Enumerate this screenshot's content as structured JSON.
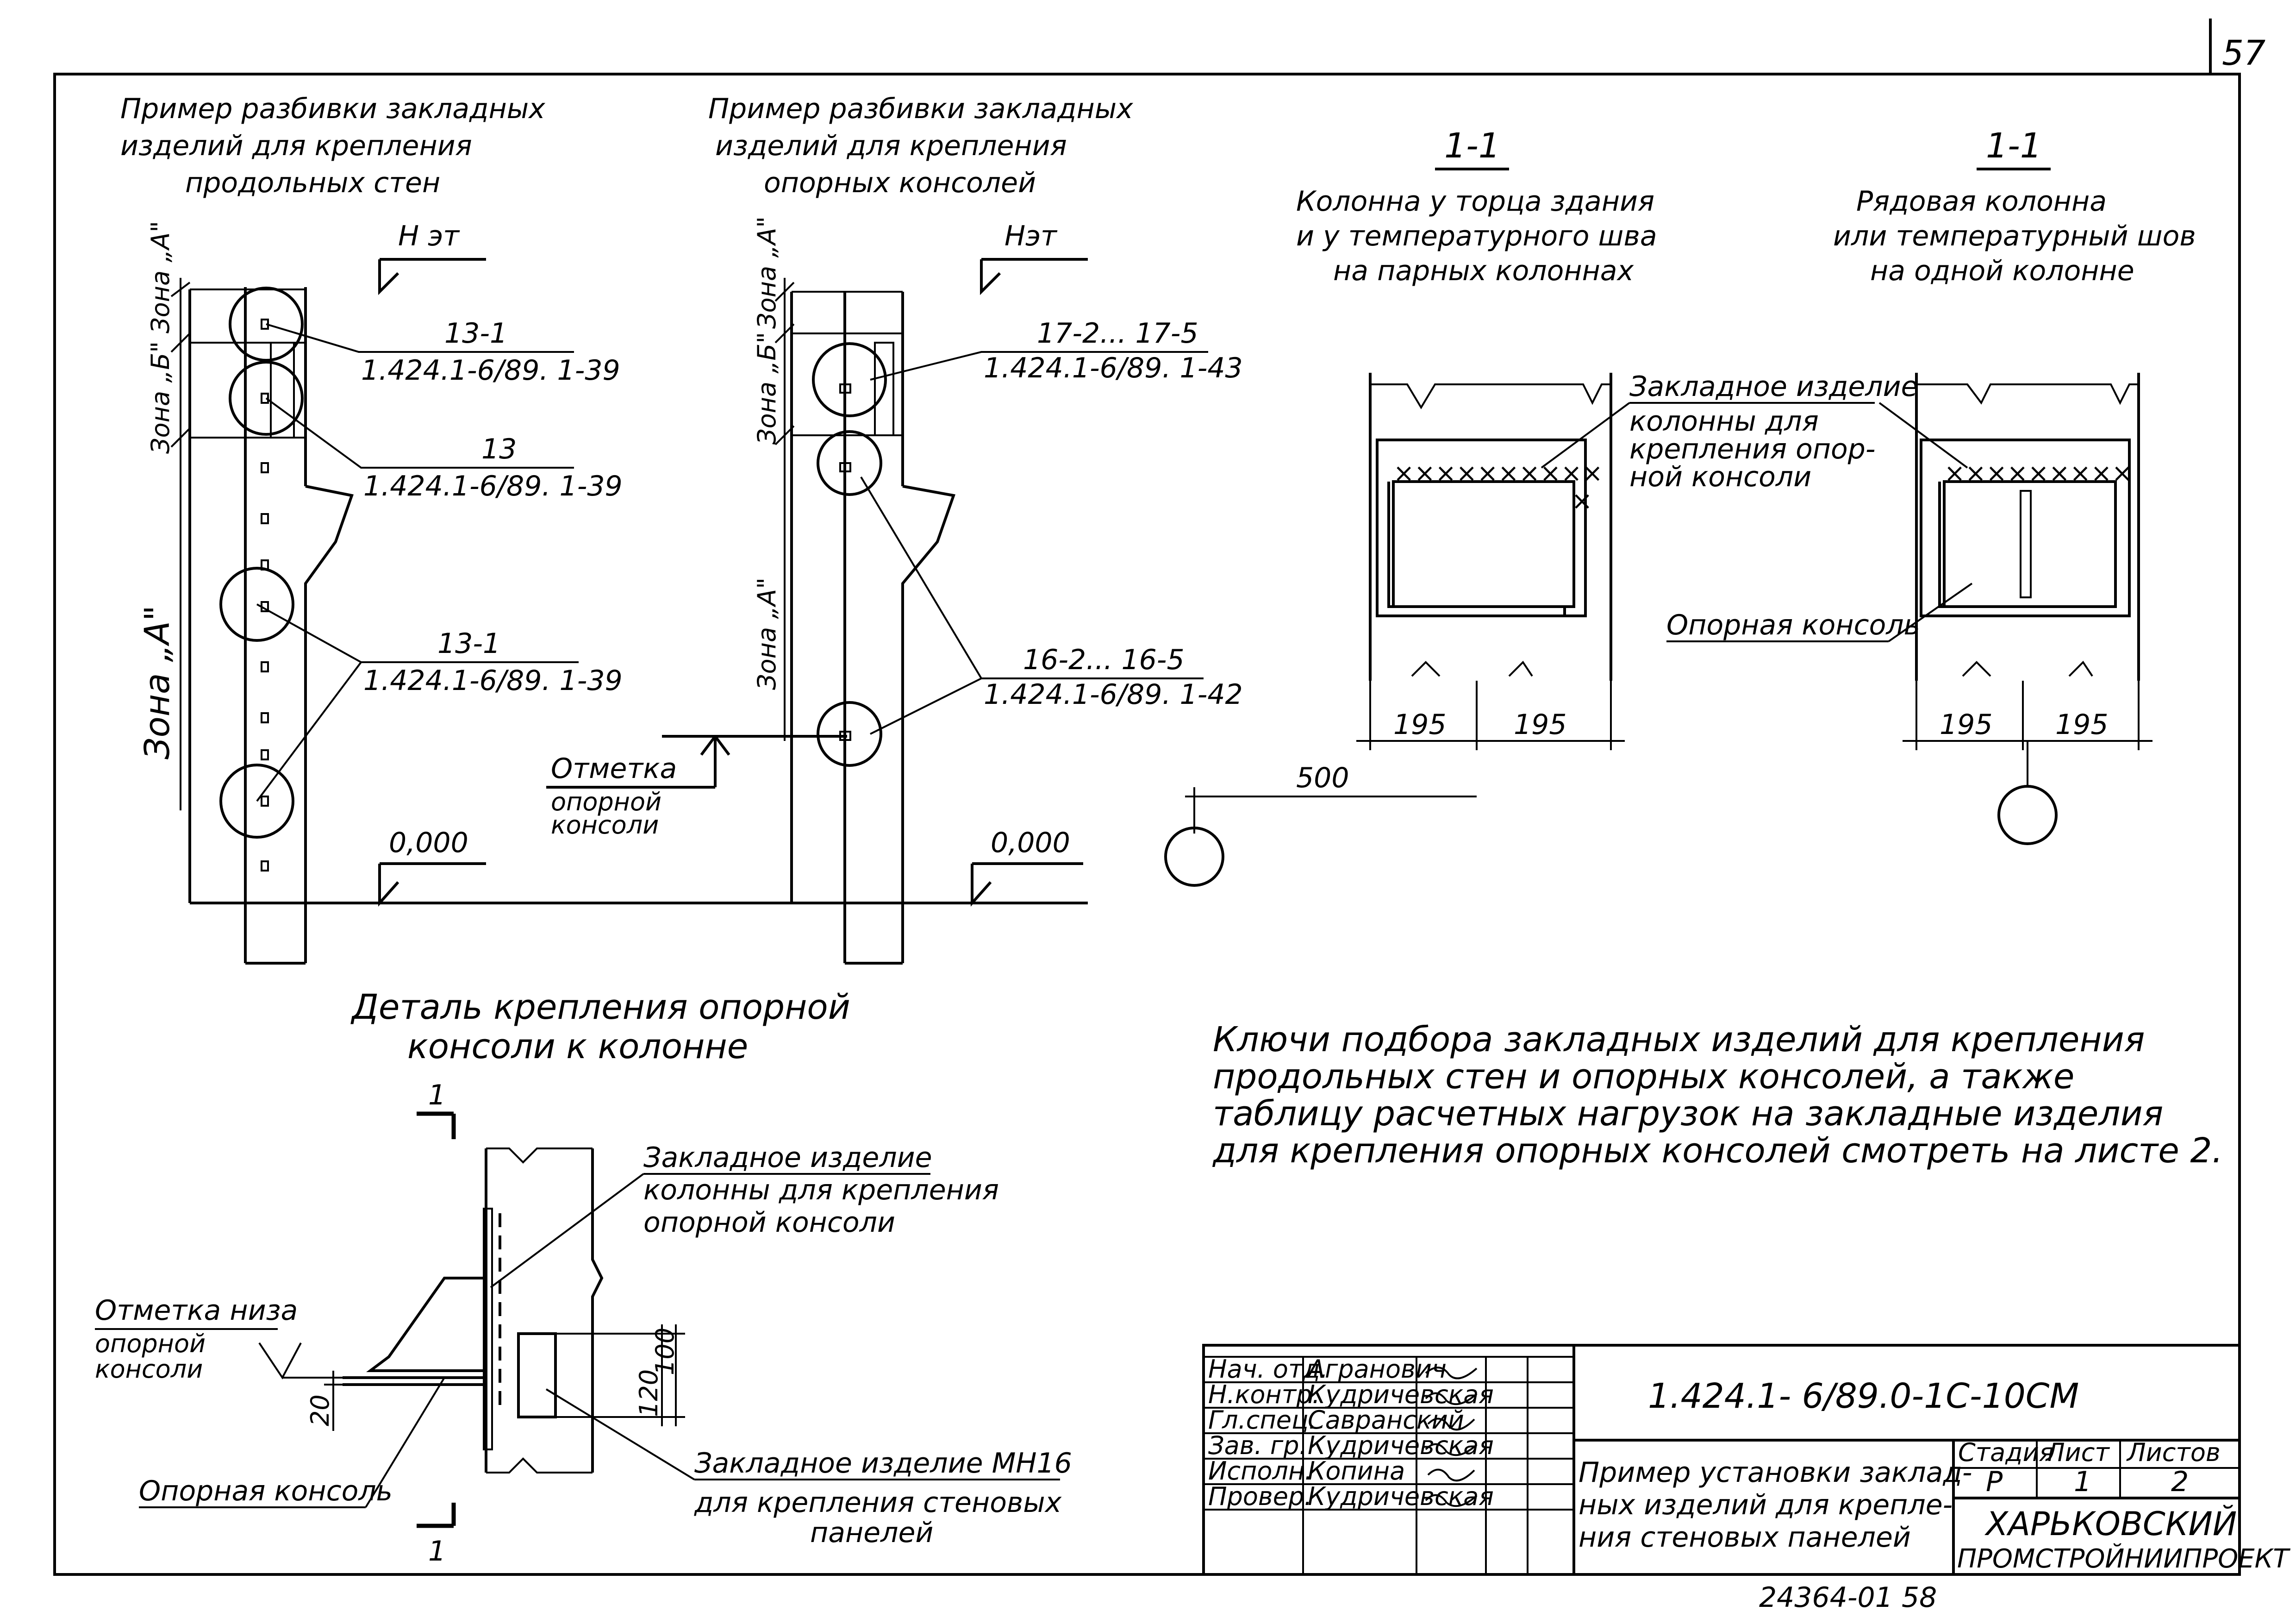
{
  "sheet_number": "57",
  "details": {
    "walls": {
      "title": [
        "Пример разбивки закладных",
        "изделий для крепления",
        "продольных стен"
      ],
      "level_top": "Н эт",
      "level_bottom": "0,000",
      "zone_a": "Зона „А\"",
      "zone_b": "Зона „Б\"",
      "zone_a_top": "Зона „А\"",
      "callouts": [
        {
          "mark": "13-1",
          "doc": "1.424.1-6/89. 1-39"
        },
        {
          "mark": "13",
          "doc": "1.424.1-6/89. 1-39"
        },
        {
          "mark": "13-1",
          "doc": "1.424.1-6/89. 1-39"
        }
      ]
    },
    "consoles": {
      "title": [
        "Пример разбивки закладных",
        "изделий для крепления",
        "опорных консолей"
      ],
      "level_top": "Нэт",
      "level_bottom": "0,000",
      "zone_a": "Зона „А\"",
      "zone_b": "Зона „Б\"",
      "zone_a_top": "Зона „А\"",
      "console_mark": [
        "Отметка",
        "опорной",
        "консоли"
      ],
      "callouts": [
        {
          "mark": "17-2... 17-5",
          "doc": "1.424.1-6/89. 1-43"
        },
        {
          "mark": "16-2... 16-5",
          "doc": "1.424.1-6/89. 1-42"
        }
      ]
    },
    "section_left": {
      "title": "1-1",
      "caption": [
        "Колонна у торца здания",
        "и у температурного шва",
        "на парных колоннах"
      ],
      "embedded_label": [
        "Закладное изделие",
        "колонны для",
        "крепления опор-",
        "ной консоли"
      ],
      "dims": [
        "195",
        "195",
        "500"
      ]
    },
    "section_right": {
      "title": "1-1",
      "caption": [
        "Рядовая колонна",
        "или температурный шов",
        "на одной колонне"
      ],
      "console_label": "Опорная консоль",
      "dims": [
        "195",
        "195"
      ]
    },
    "detail": {
      "title": [
        "Деталь крепления опорной",
        "консоли к колонне"
      ],
      "cut_mark": "1",
      "embedded_label": [
        "Закладное изделие",
        "колонны для крепления",
        "опорной консоли"
      ],
      "bottom_mark": [
        "Отметка низа",
        "опорной",
        "консоли"
      ],
      "console_label": "Опорная консоль",
      "mh_label": [
        "Закладное изделие МН16",
        "для крепления стеновых",
        "панелей"
      ],
      "dims": [
        "20",
        "120",
        "100"
      ]
    }
  },
  "note": [
    "Ключи подбора закладных изделий для крепления",
    "продольных стен и опорных консолей, а также",
    "таблицу расчетных нагрузок на закладные изделия",
    "для крепления опорных консолей смотреть на листе 2."
  ],
  "title_block": {
    "signatures": [
      {
        "role": "Нач. отд.",
        "name": "Агранович"
      },
      {
        "role": "Н.контр.",
        "name": "Кудричевская"
      },
      {
        "role": "Гл.спец.",
        "name": "Савранский"
      },
      {
        "role": "Зав. гр.",
        "name": "Кудричевская"
      },
      {
        "role": "Исполн.",
        "name": "Копина"
      },
      {
        "role": "Провер.",
        "name": "Кудричевская"
      }
    ],
    "code": "1.424.1- 6/89.0-1С-10СМ",
    "title": [
      "Пример установки заклад-",
      "ных изделий для крепле-",
      "ния стеновых панелей"
    ],
    "stage_header": "Стадия",
    "sheet_header": "Лист",
    "sheets_header": "Листов",
    "stage": "Р",
    "sheet": "1",
    "sheets": "2",
    "org": [
      "ХАРЬКОВСКИЙ",
      "ПРОМСТРОЙНИИПРОЕКТ"
    ]
  },
  "footer": "24364-01   58"
}
